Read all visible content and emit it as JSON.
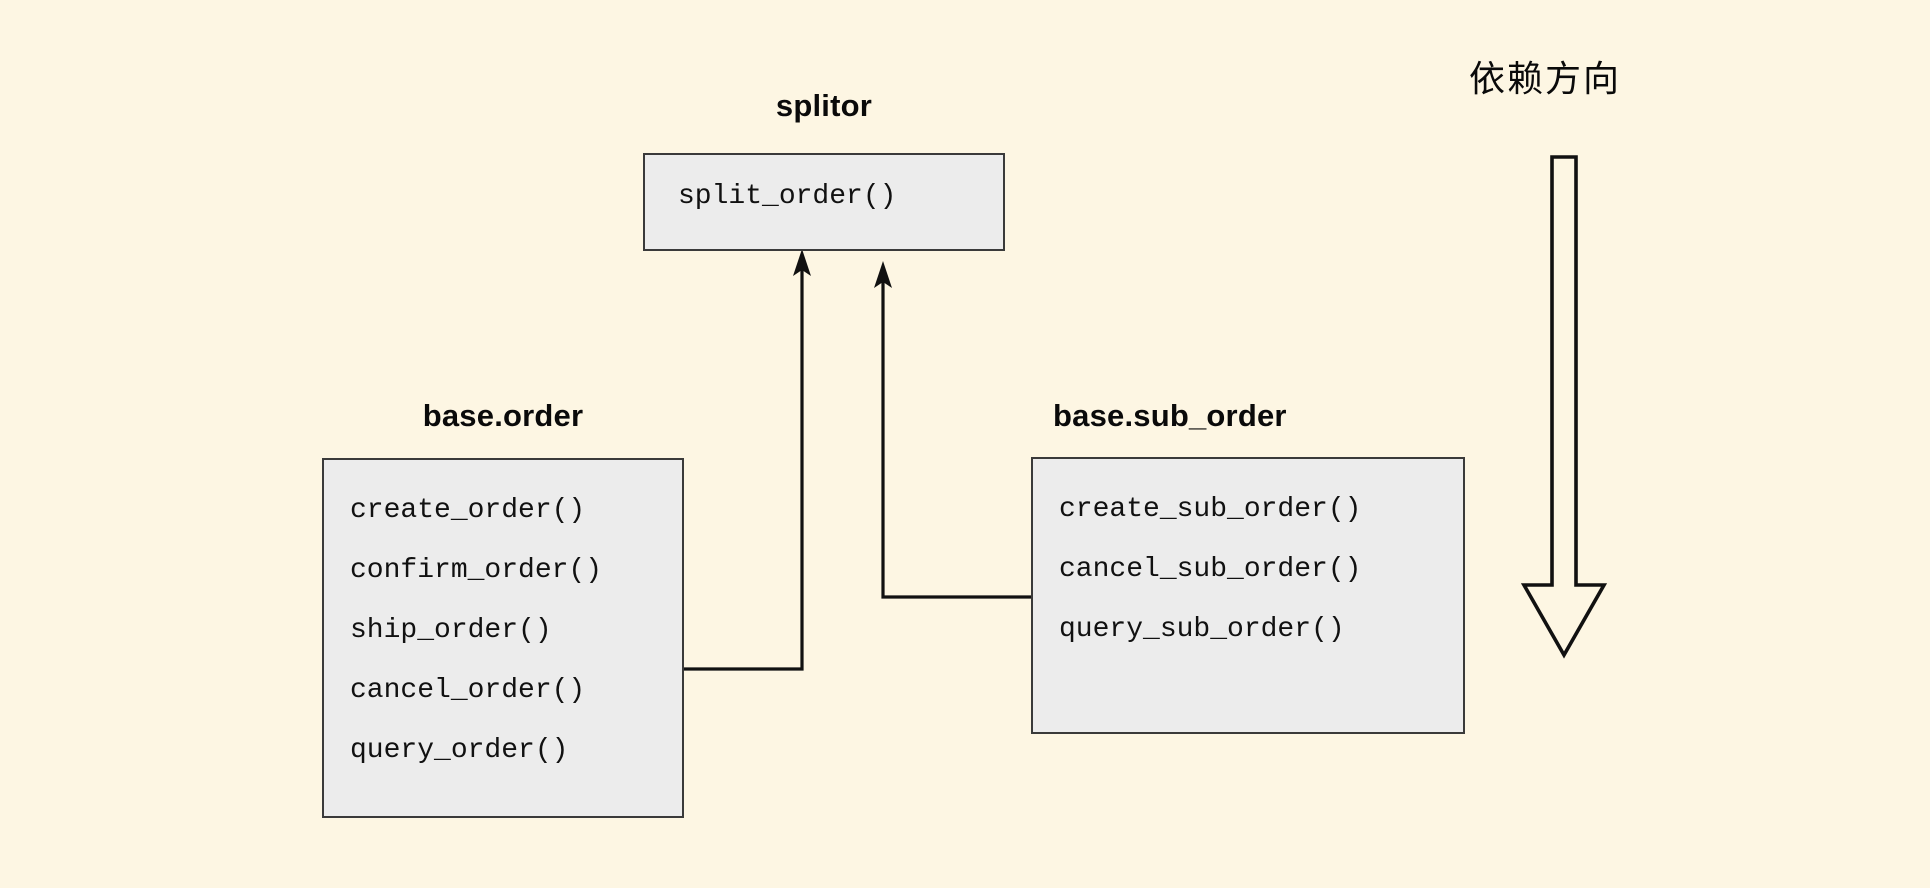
{
  "diagram": {
    "type": "module-dependency-diagram",
    "background_color": "#fdf6e3",
    "box_fill_color": "#ececec",
    "box_border_color": "#3a3a3a",
    "text_color": "#111111"
  },
  "modules": [
    {
      "id": "splitor",
      "title": "splitor",
      "methods": [
        "split_order()"
      ]
    },
    {
      "id": "base-order",
      "title": "base.order",
      "methods": [
        "create_order()",
        "confirm_order()",
        "ship_order()",
        "cancel_order()",
        "query_order()"
      ]
    },
    {
      "id": "base-sub-order",
      "title": "base.sub_order",
      "methods": [
        "create_sub_order()",
        "cancel_sub_order()",
        "query_sub_order()"
      ]
    }
  ],
  "edges": [
    {
      "id": "edge-base-order-to-splitor",
      "from": "base-order",
      "to": "splitor",
      "style": "elbow",
      "arrowhead": "to"
    },
    {
      "id": "edge-base-sub-order-to-splitor",
      "from": "base-sub-order",
      "to": "splitor",
      "style": "elbow",
      "arrowhead": "to"
    }
  ],
  "annotation": {
    "label": "依赖方向",
    "arrow_direction": "down"
  }
}
